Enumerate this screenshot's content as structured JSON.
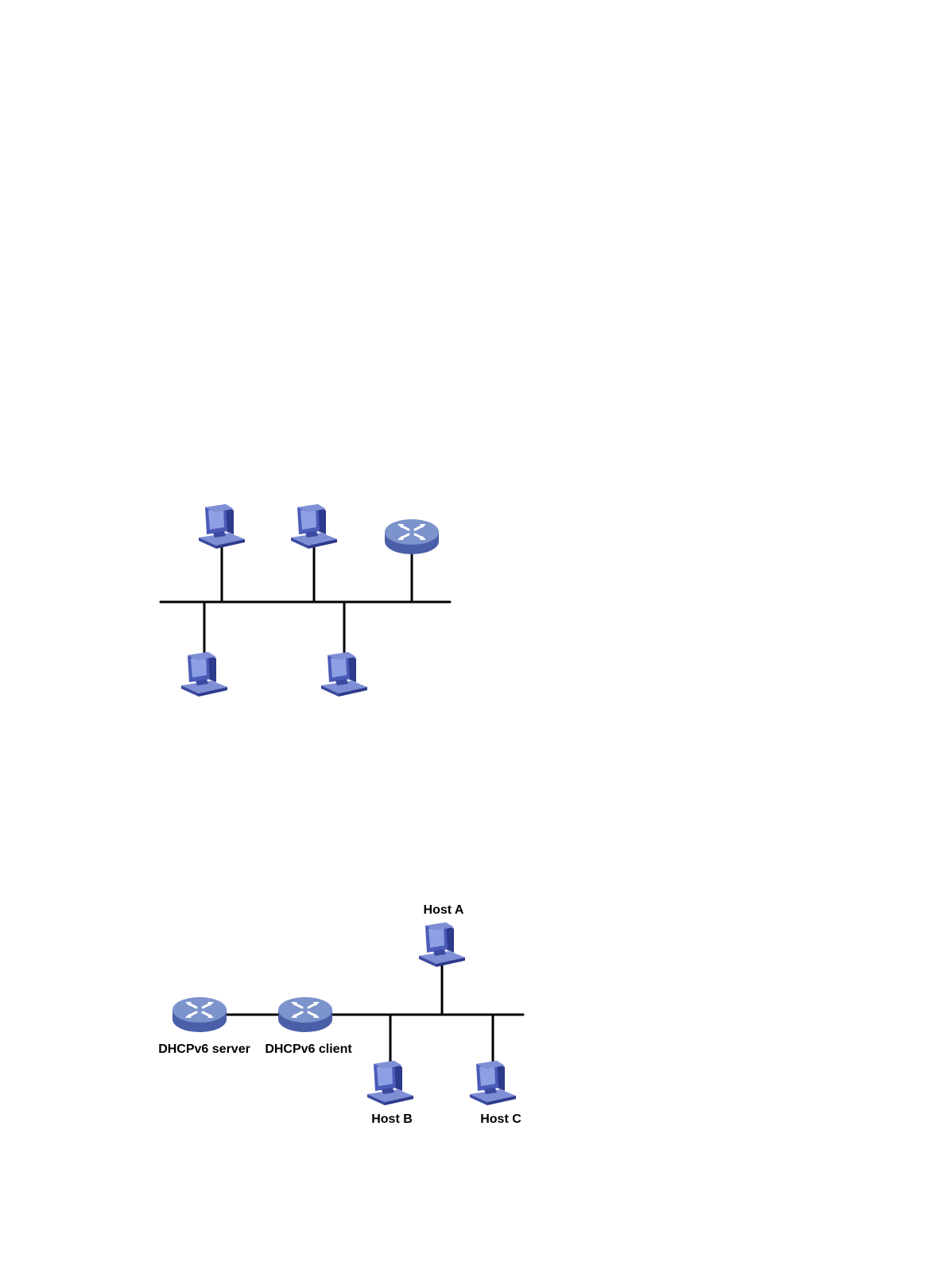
{
  "colors": {
    "device_dark": "#2e3a8c",
    "device_mid": "#4a5bb8",
    "device_light": "#7f8fd6",
    "screen": "#8da0e3",
    "router_top": "#7d93cc",
    "router_side": "#4b5fa8",
    "link": "#000000"
  },
  "diagram1": {
    "devices": [
      {
        "kind": "computer",
        "icon": "computer-icon"
      },
      {
        "kind": "computer",
        "icon": "computer-icon"
      },
      {
        "kind": "router",
        "icon": "router-icon"
      },
      {
        "kind": "computer",
        "icon": "computer-icon"
      },
      {
        "kind": "computer",
        "icon": "computer-icon"
      }
    ]
  },
  "diagram2": {
    "server_label": "DHCPv6 server",
    "client_label": "DHCPv6 client",
    "host_a_label": "Host A",
    "host_b_label": "Host B",
    "host_c_label": "Host C"
  }
}
